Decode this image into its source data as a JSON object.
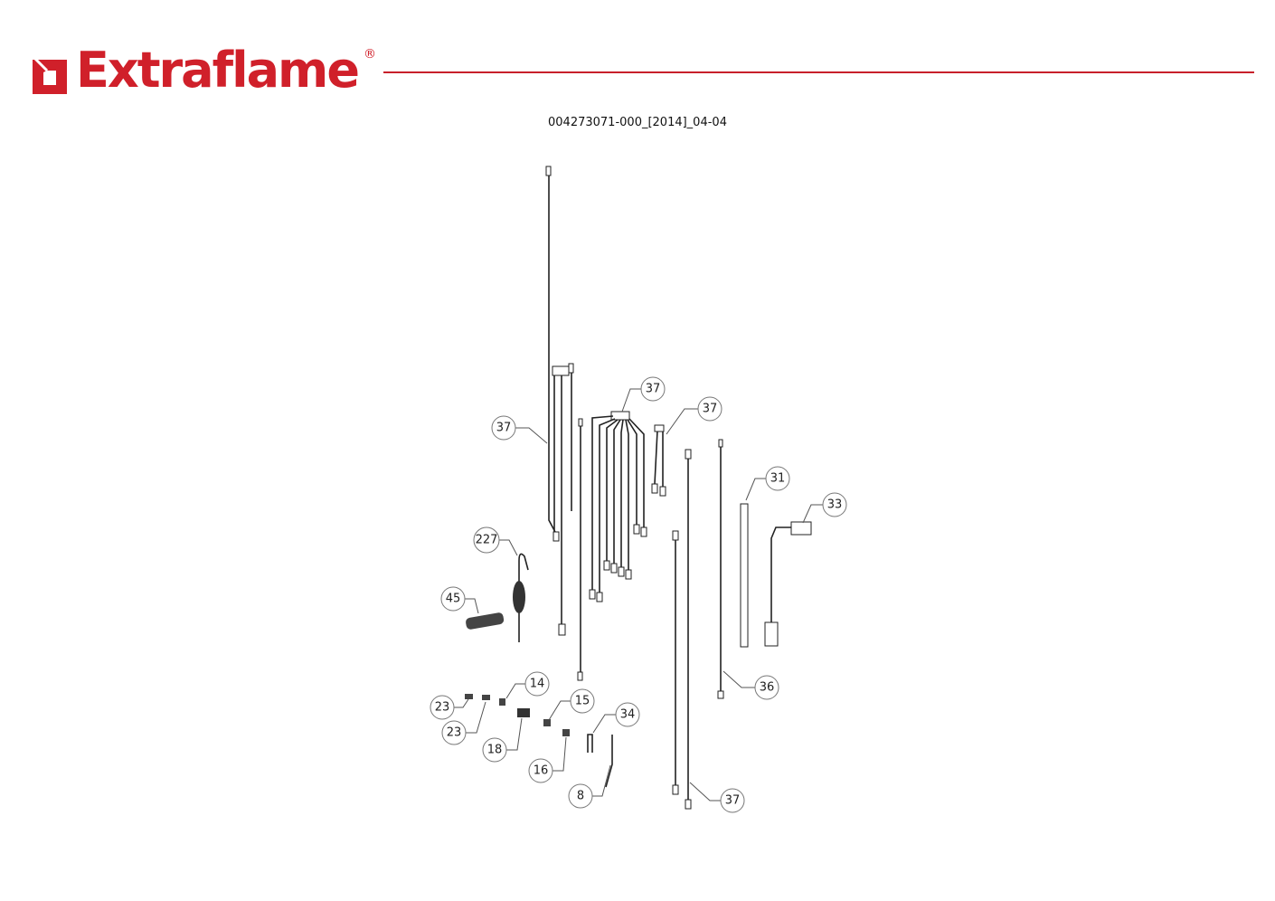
{
  "header": {
    "brand": "Extraflame",
    "registered_mark": "®",
    "brand_color": "#d0202a",
    "document_code": "004273071-000_[2014]_04-04"
  },
  "callouts": [
    {
      "label": "37"
    },
    {
      "label": "37"
    },
    {
      "label": "37"
    },
    {
      "label": "31"
    },
    {
      "label": "33"
    },
    {
      "label": "227"
    },
    {
      "label": "45"
    },
    {
      "label": "14"
    },
    {
      "label": "23"
    },
    {
      "label": "23"
    },
    {
      "label": "15"
    },
    {
      "label": "34"
    },
    {
      "label": "18"
    },
    {
      "label": "16"
    },
    {
      "label": "8"
    },
    {
      "label": "36"
    },
    {
      "label": "37"
    }
  ]
}
